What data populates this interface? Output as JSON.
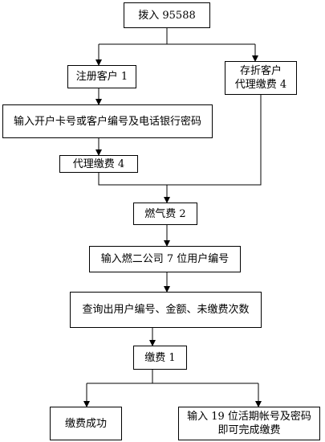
{
  "flowchart": {
    "nodes": [
      {
        "id": "dial",
        "text": "拨入 95588"
      },
      {
        "id": "registered",
        "text": "注册客户 1"
      },
      {
        "id": "passbook",
        "text": "存折客户\n代理缴费 4"
      },
      {
        "id": "enter_card",
        "text": "输入开户卡号或客户编号及电话银行密码"
      },
      {
        "id": "agent_pay",
        "text": "代理缴费 4"
      },
      {
        "id": "gas_fee",
        "text": "燃气费 2"
      },
      {
        "id": "enter_gas_no",
        "text": "输入燃二公司 7 位用户编号"
      },
      {
        "id": "query",
        "text": "查询出用户编号、金额、未缴费次数"
      },
      {
        "id": "pay",
        "text": "缴费 1"
      },
      {
        "id": "success",
        "text": "缴费成功"
      },
      {
        "id": "enter_account",
        "text": "输入 19 位活期帐号及密码\n即可完成缴费"
      }
    ],
    "edges": [
      {
        "from": "dial",
        "to": "registered"
      },
      {
        "from": "dial",
        "to": "passbook"
      },
      {
        "from": "registered",
        "to": "enter_card"
      },
      {
        "from": "enter_card",
        "to": "agent_pay"
      },
      {
        "from": "agent_pay",
        "to": "gas_fee"
      },
      {
        "from": "passbook",
        "to": "gas_fee"
      },
      {
        "from": "gas_fee",
        "to": "enter_gas_no"
      },
      {
        "from": "enter_gas_no",
        "to": "query"
      },
      {
        "from": "query",
        "to": "pay"
      },
      {
        "from": "pay",
        "to": "success"
      },
      {
        "from": "pay",
        "to": "enter_account"
      }
    ]
  }
}
